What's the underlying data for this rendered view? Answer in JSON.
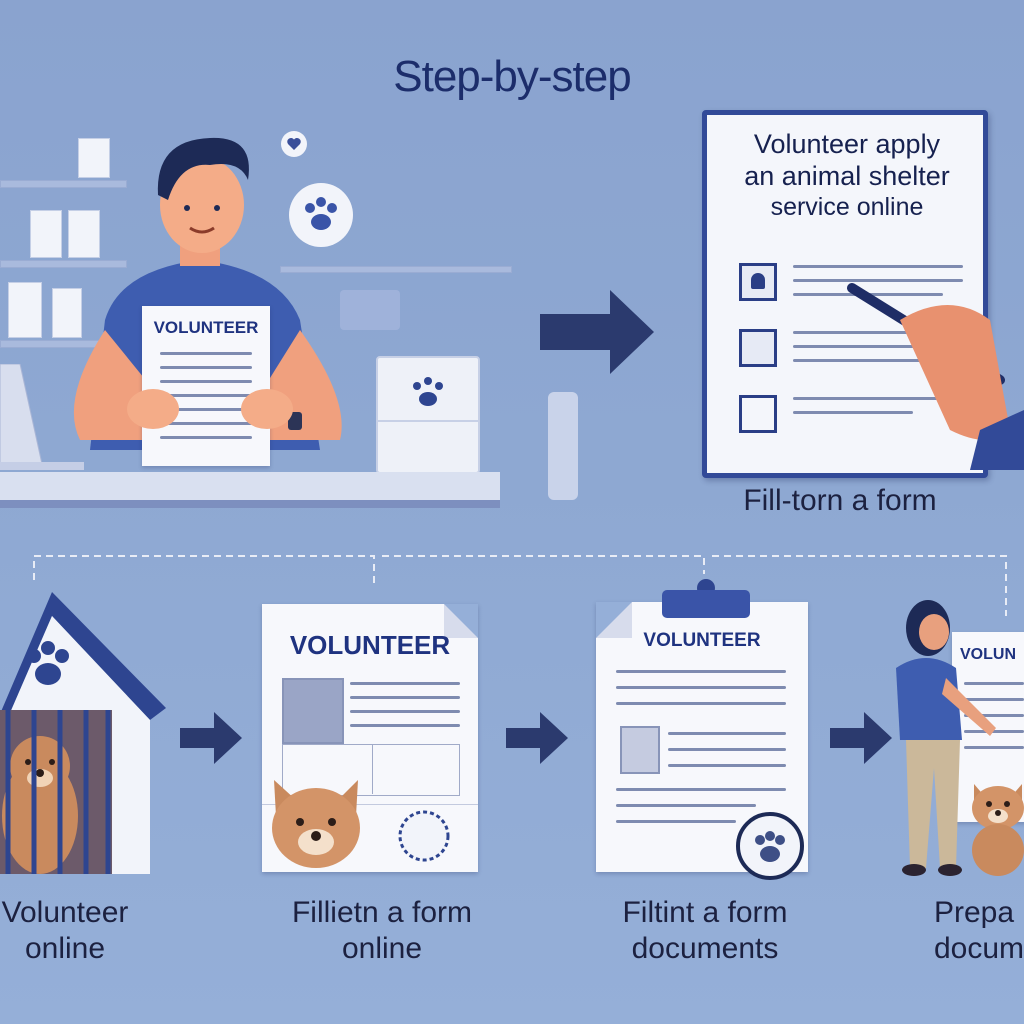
{
  "title": "Step-by-step",
  "top_scene": {
    "sheet_label": "VOLUNTEER"
  },
  "top_form": {
    "heading_line1": "Volunteer apply",
    "heading_line2": "an animal shelter",
    "heading_line3": "service online",
    "caption": "Fill-torn a form"
  },
  "steps": [
    {
      "caption_line1": "Volunteer",
      "caption_line2": "online",
      "sheet_label": ""
    },
    {
      "caption_line1": "Fillietn a form",
      "caption_line2": "online",
      "sheet_label": "VOLUNTEER"
    },
    {
      "caption_line1": "Filtint a form",
      "caption_line2": "documents",
      "sheet_label": "VOLUNTEER"
    },
    {
      "caption_line1": "Prepa",
      "caption_line2": "docum",
      "sheet_label": "VOLUN"
    }
  ],
  "colors": {
    "background": "#8ea8d2",
    "navy": "#1f3380",
    "arrow": "#2b3a6e",
    "dog": "#c98a5e"
  }
}
